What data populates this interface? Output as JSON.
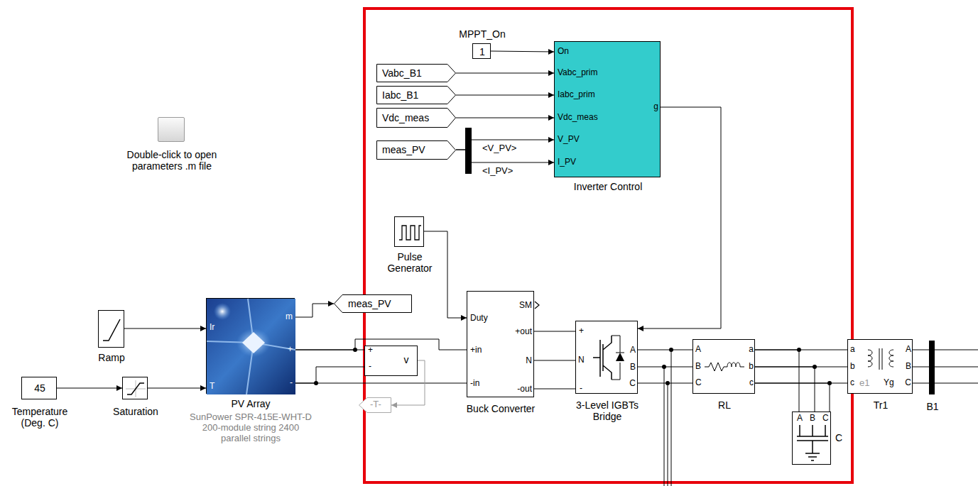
{
  "diagram": {
    "nodes": [
      {
        "text": [
          "MPPT_On",
          "1"
        ]
      },
      {
        "text": [
          "Vabc_B1"
        ]
      },
      {
        "text": [
          "Iabc_B1"
        ]
      },
      {
        "text": [
          "Vdc_meas"
        ]
      },
      {
        "text": [
          "meas_PV"
        ]
      },
      {
        "text": [
          "On",
          "Vabc_prim",
          "Iabc_prim",
          "Vdc_meas",
          "V_PV",
          "I_PV",
          "g",
          "Inverter Control"
        ]
      },
      {
        "text": [
          "Double-click to open parameters .m file"
        ]
      },
      {
        "text": [
          "Pulse Generator"
        ]
      },
      {
        "text": [
          "Ramp"
        ]
      },
      {
        "text": [
          "45",
          "Temperature (Deg. C)"
        ]
      },
      {
        "text": [
          "Saturation"
        ]
      },
      {
        "text": [
          "Ir",
          "T",
          "m",
          "+",
          "-",
          "PV Array",
          "SunPower SPR-415E-WHT-D 200-module string 2400 parallel strings"
        ]
      },
      {
        "text": [
          "meas_PV"
        ]
      },
      {
        "text": [
          "+",
          "-",
          "v"
        ]
      },
      {
        "text": [
          "-T-"
        ]
      },
      {
        "text": [
          "Duty",
          "SM",
          "+in",
          "+out",
          "N",
          "-in",
          "-out",
          "Buck Converter"
        ]
      },
      {
        "text": [
          "+",
          "N",
          "-",
          "A",
          "B",
          "C",
          "3-Level IGBTs Bridge"
        ]
      },
      {
        "text": [
          "A",
          "B",
          "C",
          "a",
          "b",
          "c",
          "RL"
        ]
      },
      {
        "text": [
          "A",
          "B",
          "C",
          "C"
        ]
      },
      {
        "text": [
          "a",
          "b",
          "c",
          "A",
          "B",
          "C",
          "e1",
          "Yg",
          "Tr1"
        ]
      },
      {
        "text": [
          "B1"
        ]
      }
    ],
    "edges": [
      {
        "from": 0,
        "to": 5,
        "arrow": "to"
      },
      {
        "from": 1,
        "to": 5,
        "arrow": "to"
      },
      {
        "from": 2,
        "to": 5,
        "arrow": "to"
      },
      {
        "from": 3,
        "to": 5,
        "arrow": "to"
      },
      {
        "from": 4,
        "to": 5,
        "label": "<V_PV>",
        "arrow": "to"
      },
      {
        "from": 4,
        "to": 5,
        "label": "<I_PV>",
        "arrow": "to"
      },
      {
        "from": 5,
        "to": 16,
        "arrow": "to"
      },
      {
        "from": 7,
        "to": 15,
        "arrow": "to"
      },
      {
        "from": 8,
        "to": 11,
        "arrow": "to"
      },
      {
        "from": 9,
        "to": 10,
        "arrow": "to"
      },
      {
        "from": 10,
        "to": 11,
        "arrow": "to"
      },
      {
        "from": 11,
        "to": 12,
        "arrow": "to"
      },
      {
        "from": 11,
        "to": 15,
        "arrow": "none"
      },
      {
        "from": 11,
        "to": 13,
        "arrow": "none"
      },
      {
        "from": 11,
        "to": 15,
        "arrow": "none"
      },
      {
        "from": 11,
        "to": 13,
        "arrow": "none"
      },
      {
        "from": 13,
        "to": 14,
        "arrow": "to"
      },
      {
        "from": 15,
        "to": 16,
        "arrow": "none"
      },
      {
        "from": 15,
        "to": 16,
        "arrow": "none"
      },
      {
        "from": 15,
        "to": 16,
        "arrow": "none"
      },
      {
        "from": 16,
        "to": 17,
        "arrow": "none"
      },
      {
        "from": 16,
        "to": 17,
        "arrow": "none"
      },
      {
        "from": 16,
        "to": 17,
        "arrow": "none"
      },
      {
        "from": 17,
        "to": 19,
        "arrow": "none"
      },
      {
        "from": 17,
        "to": 19,
        "arrow": "none"
      },
      {
        "from": 17,
        "to": 19,
        "arrow": "none"
      },
      {
        "from": 17,
        "to": 18,
        "arrow": "none"
      },
      {
        "from": 17,
        "to": 18,
        "arrow": "none"
      },
      {
        "from": 17,
        "to": 18,
        "arrow": "none"
      },
      {
        "from": 19,
        "to": 20,
        "arrow": "none"
      },
      {
        "from": 19,
        "to": 20,
        "arrow": "none"
      },
      {
        "from": 19,
        "to": 20,
        "arrow": "none"
      }
    ]
  }
}
